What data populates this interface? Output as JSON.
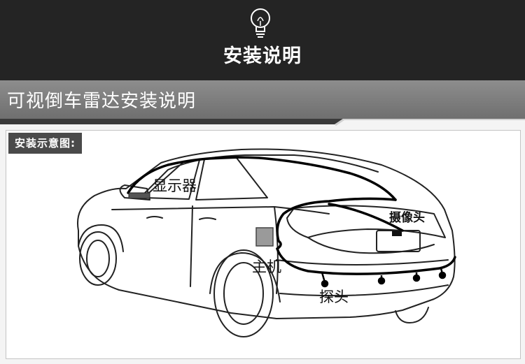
{
  "banner": {
    "title": "安装说明",
    "icon": "lightbulb-icon"
  },
  "subheader": {
    "title": "可视倒车雷达安装说明"
  },
  "section": {
    "tag": "安装示意图:"
  },
  "diagram": {
    "labels": {
      "display": "显示器",
      "camera": "摄像头",
      "host": "主机",
      "probe": "探头"
    }
  }
}
